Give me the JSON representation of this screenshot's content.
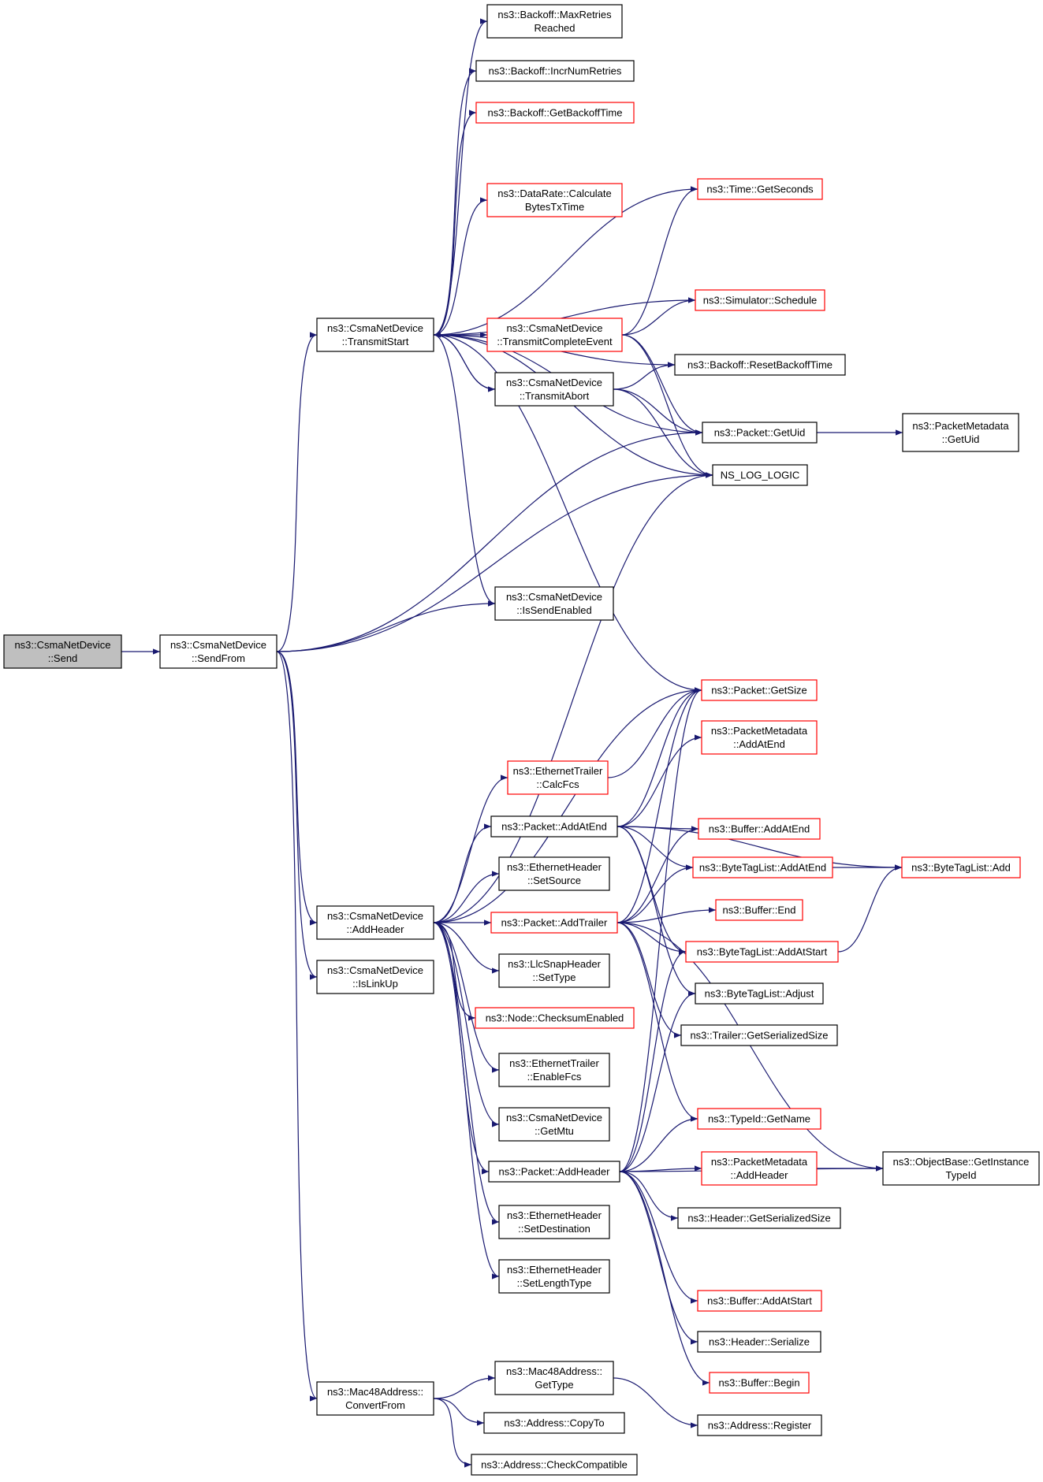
{
  "colors": {
    "edge": "#191970",
    "normal_border": "#000000",
    "truncated_border": "#ff0000",
    "root_fill": "#bfbfbf",
    "node_fill": "#ffffff"
  },
  "nodes": [
    {
      "id": "send",
      "lines": [
        "ns3::CsmaNetDevice",
        "::Send"
      ],
      "style": "root"
    },
    {
      "id": "sendfrom",
      "lines": [
        "ns3::CsmaNetDevice",
        "::SendFrom"
      ],
      "style": "normal"
    },
    {
      "id": "transmitstart",
      "lines": [
        "ns3::CsmaNetDevice",
        "::TransmitStart"
      ],
      "style": "normal"
    },
    {
      "id": "addheader_dev",
      "lines": [
        "ns3::CsmaNetDevice",
        "::AddHeader"
      ],
      "style": "normal"
    },
    {
      "id": "islinkup",
      "lines": [
        "ns3::CsmaNetDevice",
        "::IsLinkUp"
      ],
      "style": "normal"
    },
    {
      "id": "convertfrom",
      "lines": [
        "ns3::Mac48Address::",
        "ConvertFrom"
      ],
      "style": "normal"
    },
    {
      "id": "maxretries",
      "lines": [
        "ns3::Backoff::MaxRetries",
        "Reached"
      ],
      "style": "normal"
    },
    {
      "id": "incrnumretries",
      "lines": [
        "ns3::Backoff::IncrNumRetries"
      ],
      "style": "normal"
    },
    {
      "id": "getbackofftime",
      "lines": [
        "ns3::Backoff::GetBackoffTime"
      ],
      "style": "truncated"
    },
    {
      "id": "calcbytestx",
      "lines": [
        "ns3::DataRate::Calculate",
        "BytesTxTime"
      ],
      "style": "truncated"
    },
    {
      "id": "txcomplete",
      "lines": [
        "ns3::CsmaNetDevice",
        "::TransmitCompleteEvent"
      ],
      "style": "truncated"
    },
    {
      "id": "txabort",
      "lines": [
        "ns3::CsmaNetDevice",
        "::TransmitAbort"
      ],
      "style": "normal"
    },
    {
      "id": "issendenabled",
      "lines": [
        "ns3::CsmaNetDevice",
        "::IsSendEnabled"
      ],
      "style": "normal"
    },
    {
      "id": "calcfcs",
      "lines": [
        "ns3::EthernetTrailer",
        "::CalcFcs"
      ],
      "style": "truncated"
    },
    {
      "id": "pkt_addatend",
      "lines": [
        "ns3::Packet::AddAtEnd"
      ],
      "style": "normal"
    },
    {
      "id": "setsource",
      "lines": [
        "ns3::EthernetHeader",
        "::SetSource"
      ],
      "style": "normal"
    },
    {
      "id": "pkt_addtrailer",
      "lines": [
        "ns3::Packet::AddTrailer"
      ],
      "style": "truncated"
    },
    {
      "id": "llcsettype",
      "lines": [
        "ns3::LlcSnapHeader",
        "::SetType"
      ],
      "style": "normal"
    },
    {
      "id": "checksumenabled",
      "lines": [
        "ns3::Node::ChecksumEnabled"
      ],
      "style": "truncated"
    },
    {
      "id": "enablefcs",
      "lines": [
        "ns3::EthernetTrailer",
        "::EnableFcs"
      ],
      "style": "normal"
    },
    {
      "id": "getmtu",
      "lines": [
        "ns3::CsmaNetDevice",
        "::GetMtu"
      ],
      "style": "normal"
    },
    {
      "id": "pkt_addheader",
      "lines": [
        "ns3::Packet::AddHeader"
      ],
      "style": "normal"
    },
    {
      "id": "setdest",
      "lines": [
        "ns3::EthernetHeader",
        "::SetDestination"
      ],
      "style": "normal"
    },
    {
      "id": "setlentype",
      "lines": [
        "ns3::EthernetHeader",
        "::SetLengthType"
      ],
      "style": "normal"
    },
    {
      "id": "mac_gettype",
      "lines": [
        "ns3::Mac48Address::",
        "GetType"
      ],
      "style": "normal"
    },
    {
      "id": "copyto",
      "lines": [
        "ns3::Address::CopyTo"
      ],
      "style": "normal"
    },
    {
      "id": "checkcompat",
      "lines": [
        "ns3::Address::CheckCompatible"
      ],
      "style": "normal"
    },
    {
      "id": "getseconds",
      "lines": [
        "ns3::Time::GetSeconds"
      ],
      "style": "truncated"
    },
    {
      "id": "schedule",
      "lines": [
        "ns3::Simulator::Schedule"
      ],
      "style": "truncated"
    },
    {
      "id": "resetbackoff",
      "lines": [
        "ns3::Backoff::ResetBackoffTime"
      ],
      "style": "normal"
    },
    {
      "id": "getuid",
      "lines": [
        "ns3::Packet::GetUid"
      ],
      "style": "normal"
    },
    {
      "id": "nslog",
      "lines": [
        "NS_LOG_LOGIC"
      ],
      "style": "normal"
    },
    {
      "id": "getsize",
      "lines": [
        "ns3::Packet::GetSize"
      ],
      "style": "truncated"
    },
    {
      "id": "pm_addatend",
      "lines": [
        "ns3::PacketMetadata",
        "::AddAtEnd"
      ],
      "style": "truncated"
    },
    {
      "id": "buf_addatend",
      "lines": [
        "ns3::Buffer::AddAtEnd"
      ],
      "style": "truncated"
    },
    {
      "id": "btl_addatend",
      "lines": [
        "ns3::ByteTagList::AddAtEnd"
      ],
      "style": "truncated"
    },
    {
      "id": "buf_end",
      "lines": [
        "ns3::Buffer::End"
      ],
      "style": "truncated"
    },
    {
      "id": "btl_addatstart",
      "lines": [
        "ns3::ByteTagList::AddAtStart"
      ],
      "style": "truncated"
    },
    {
      "id": "btl_adjust",
      "lines": [
        "ns3::ByteTagList::Adjust"
      ],
      "style": "normal"
    },
    {
      "id": "trailer_gss",
      "lines": [
        "ns3::Trailer::GetSerializedSize"
      ],
      "style": "normal"
    },
    {
      "id": "typeid_getname",
      "lines": [
        "ns3::TypeId::GetName"
      ],
      "style": "truncated"
    },
    {
      "id": "pm_addheader",
      "lines": [
        "ns3::PacketMetadata",
        "::AddHeader"
      ],
      "style": "truncated"
    },
    {
      "id": "header_gss",
      "lines": [
        "ns3::Header::GetSerializedSize"
      ],
      "style": "normal"
    },
    {
      "id": "buf_addatstart",
      "lines": [
        "ns3::Buffer::AddAtStart"
      ],
      "style": "truncated"
    },
    {
      "id": "header_serialize",
      "lines": [
        "ns3::Header::Serialize"
      ],
      "style": "normal"
    },
    {
      "id": "buf_begin",
      "lines": [
        "ns3::Buffer::Begin"
      ],
      "style": "truncated"
    },
    {
      "id": "addr_register",
      "lines": [
        "ns3::Address::Register"
      ],
      "style": "normal"
    },
    {
      "id": "pm_getuid",
      "lines": [
        "ns3::PacketMetadata",
        "::GetUid"
      ],
      "style": "normal"
    },
    {
      "id": "btl_add",
      "lines": [
        "ns3::ByteTagList::Add"
      ],
      "style": "truncated"
    },
    {
      "id": "getinstancetypeid",
      "lines": [
        "ns3::ObjectBase::GetInstance",
        "TypeId"
      ],
      "style": "normal"
    }
  ],
  "edges": [
    [
      "send",
      "sendfrom"
    ],
    [
      "sendfrom",
      "transmitstart"
    ],
    [
      "sendfrom",
      "getuid"
    ],
    [
      "sendfrom",
      "issendenabled"
    ],
    [
      "sendfrom",
      "nslog"
    ],
    [
      "sendfrom",
      "addheader_dev"
    ],
    [
      "sendfrom",
      "islinkup"
    ],
    [
      "sendfrom",
      "convertfrom"
    ],
    [
      "transmitstart",
      "maxretries"
    ],
    [
      "transmitstart",
      "incrnumretries"
    ],
    [
      "transmitstart",
      "getbackofftime"
    ],
    [
      "transmitstart",
      "getseconds"
    ],
    [
      "transmitstart",
      "calcbytestx"
    ],
    [
      "transmitstart",
      "schedule"
    ],
    [
      "transmitstart",
      "resetbackoff"
    ],
    [
      "transmitstart",
      "txcomplete"
    ],
    [
      "transmitstart",
      "txabort"
    ],
    [
      "transmitstart",
      "getuid"
    ],
    [
      "transmitstart",
      "nslog"
    ],
    [
      "transmitstart",
      "issendenabled"
    ],
    [
      "transmitstart",
      "getsize"
    ],
    [
      "txcomplete",
      "getseconds"
    ],
    [
      "txcomplete",
      "schedule"
    ],
    [
      "txcomplete",
      "getuid"
    ],
    [
      "txcomplete",
      "nslog"
    ],
    [
      "txabort",
      "transmitstart"
    ],
    [
      "txabort",
      "resetbackoff"
    ],
    [
      "txabort",
      "getuid"
    ],
    [
      "txabort",
      "nslog"
    ],
    [
      "getuid",
      "pm_getuid"
    ],
    [
      "addheader_dev",
      "nslog"
    ],
    [
      "addheader_dev",
      "getsize"
    ],
    [
      "addheader_dev",
      "calcfcs"
    ],
    [
      "addheader_dev",
      "pkt_addatend"
    ],
    [
      "addheader_dev",
      "setsource"
    ],
    [
      "addheader_dev",
      "pkt_addtrailer"
    ],
    [
      "addheader_dev",
      "llcsettype"
    ],
    [
      "addheader_dev",
      "checksumenabled"
    ],
    [
      "addheader_dev",
      "enablefcs"
    ],
    [
      "addheader_dev",
      "getmtu"
    ],
    [
      "addheader_dev",
      "pkt_addheader"
    ],
    [
      "addheader_dev",
      "setdest"
    ],
    [
      "addheader_dev",
      "setlentype"
    ],
    [
      "calcfcs",
      "getsize"
    ],
    [
      "pkt_addatend",
      "getsize"
    ],
    [
      "pkt_addatend",
      "pm_addatend"
    ],
    [
      "pkt_addatend",
      "buf_addatend"
    ],
    [
      "pkt_addatend",
      "btl_addatend"
    ],
    [
      "pkt_addatend",
      "btl_add"
    ],
    [
      "pkt_addatend",
      "btl_addatstart"
    ],
    [
      "pkt_addatend",
      "btl_adjust"
    ],
    [
      "pkt_addtrailer",
      "getsize"
    ],
    [
      "pkt_addtrailer",
      "buf_addatend"
    ],
    [
      "pkt_addtrailer",
      "btl_addatend"
    ],
    [
      "pkt_addtrailer",
      "buf_end"
    ],
    [
      "pkt_addtrailer",
      "btl_addatstart"
    ],
    [
      "pkt_addtrailer",
      "trailer_gss"
    ],
    [
      "pkt_addtrailer",
      "typeid_getname"
    ],
    [
      "pkt_addtrailer",
      "getinstancetypeid"
    ],
    [
      "pkt_addheader",
      "getsize"
    ],
    [
      "pkt_addheader",
      "btl_addatstart"
    ],
    [
      "pkt_addheader",
      "btl_adjust"
    ],
    [
      "pkt_addheader",
      "typeid_getname"
    ],
    [
      "pkt_addheader",
      "pm_addheader"
    ],
    [
      "pkt_addheader",
      "header_gss"
    ],
    [
      "pkt_addheader",
      "getinstancetypeid"
    ],
    [
      "pkt_addheader",
      "buf_addatstart"
    ],
    [
      "pkt_addheader",
      "header_serialize"
    ],
    [
      "pkt_addheader",
      "buf_begin"
    ],
    [
      "btl_addatend",
      "btl_add"
    ],
    [
      "btl_addatstart",
      "btl_add"
    ],
    [
      "pm_addheader",
      "getinstancetypeid"
    ],
    [
      "convertfrom",
      "mac_gettype"
    ],
    [
      "convertfrom",
      "copyto"
    ],
    [
      "convertfrom",
      "checkcompat"
    ],
    [
      "mac_gettype",
      "addr_register"
    ]
  ]
}
